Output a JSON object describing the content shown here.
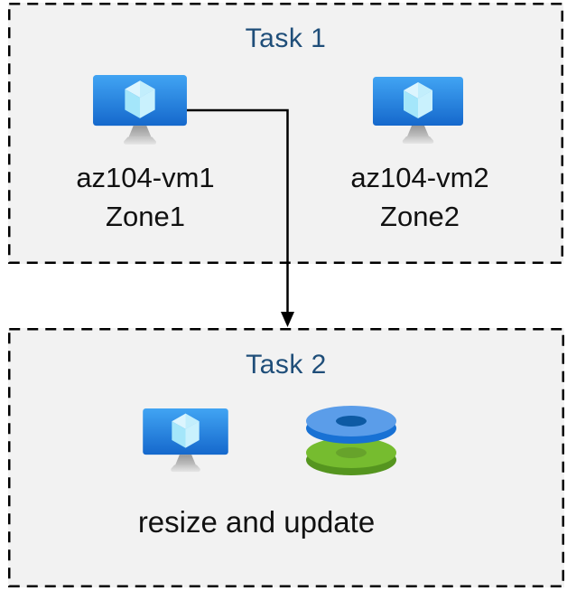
{
  "canvas": {
    "background": "#ffffff",
    "box_background": "#f2f2f2",
    "border_color": "#000000",
    "title_color": "#1f4e79",
    "label_color": "#111111"
  },
  "task1": {
    "title": "Task 1",
    "vm1": {
      "name": "az104-vm1",
      "zone": "Zone1"
    },
    "vm2": {
      "name": "az104-vm2",
      "zone": "Zone2"
    }
  },
  "task2": {
    "title": "Task 2",
    "caption": "resize and update"
  },
  "icons": {
    "vm": "azure-virtual-machine-icon",
    "disks": "azure-managed-disks-icon",
    "arrow": "down-arrow-connector"
  },
  "icon_colors": {
    "vm_screen_top": "#41a4f3",
    "vm_screen_bottom": "#1568cc",
    "vm_cube_top": "#dcf5fe",
    "vm_cube_left": "#a4e6fa",
    "vm_cube_right": "#c9f1fd",
    "vm_stand": "#a8a8a8",
    "disk_blue_top": "#5b9de9",
    "disk_blue_side": "#1871d4",
    "disk_blue_hole": "#0d5aa4",
    "disk_green_top": "#76bc2f",
    "disk_green_side": "#55951f",
    "disk_green_hole": "#67a32b"
  },
  "connector": {
    "from": "az104-vm1",
    "to": "Task 2"
  }
}
